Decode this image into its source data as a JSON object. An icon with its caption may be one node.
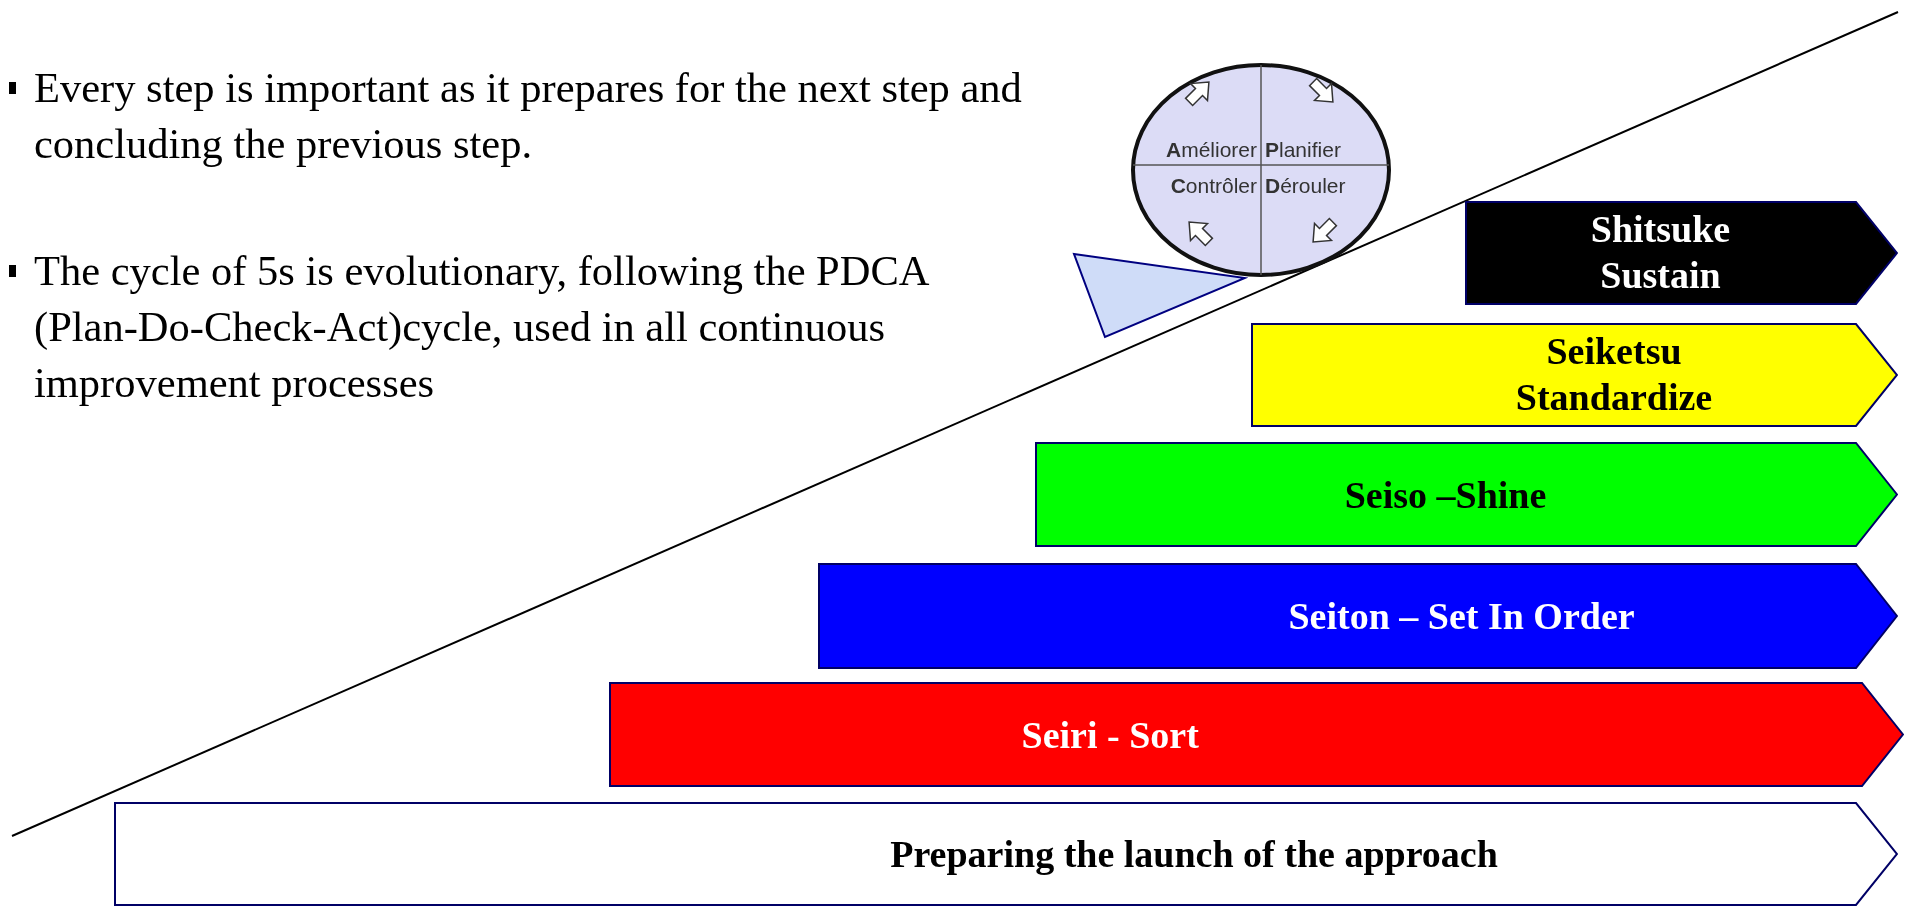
{
  "diagram": {
    "nodes": [
      {
        "text": [
          "**A**méliorer",
          "**P**lanifier",
          "**C**ontrôler",
          "**D**érouler"
        ]
      },
      {
        "text": [
          "Shitsuke",
          "Sustain"
        ]
      },
      {
        "text": [
          "Seiketsu",
          "Standardize"
        ]
      },
      {
        "text": [
          "Seiso –Shine"
        ]
      },
      {
        "text": [
          "Seiton – Set In Order"
        ]
      },
      {
        "text": [
          "Seiri - Sort"
        ]
      },
      {
        "text": [
          "Preparing the launch of the approach"
        ]
      },
      {
        "text": [],
        "shape": "triangle"
      }
    ],
    "labels": [
      "Every step is important as it prepares for the next step and concluding the previous step.",
      "The cycle of 5s is evolutionary, following the PDCA (Plan-Do-Check-Act)cycle, used in all continuous improvement processes"
    ]
  }
}
